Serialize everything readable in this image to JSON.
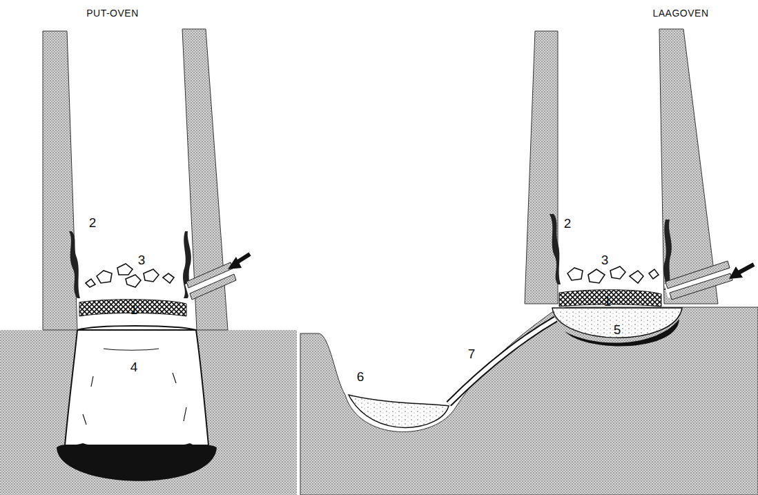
{
  "diagram": {
    "labels": [
      "PUT-OVEN",
      "LAAGOVEN",
      "2",
      "3",
      "1",
      "4",
      "2",
      "3",
      "1",
      "5",
      "7",
      "6"
    ]
  }
}
